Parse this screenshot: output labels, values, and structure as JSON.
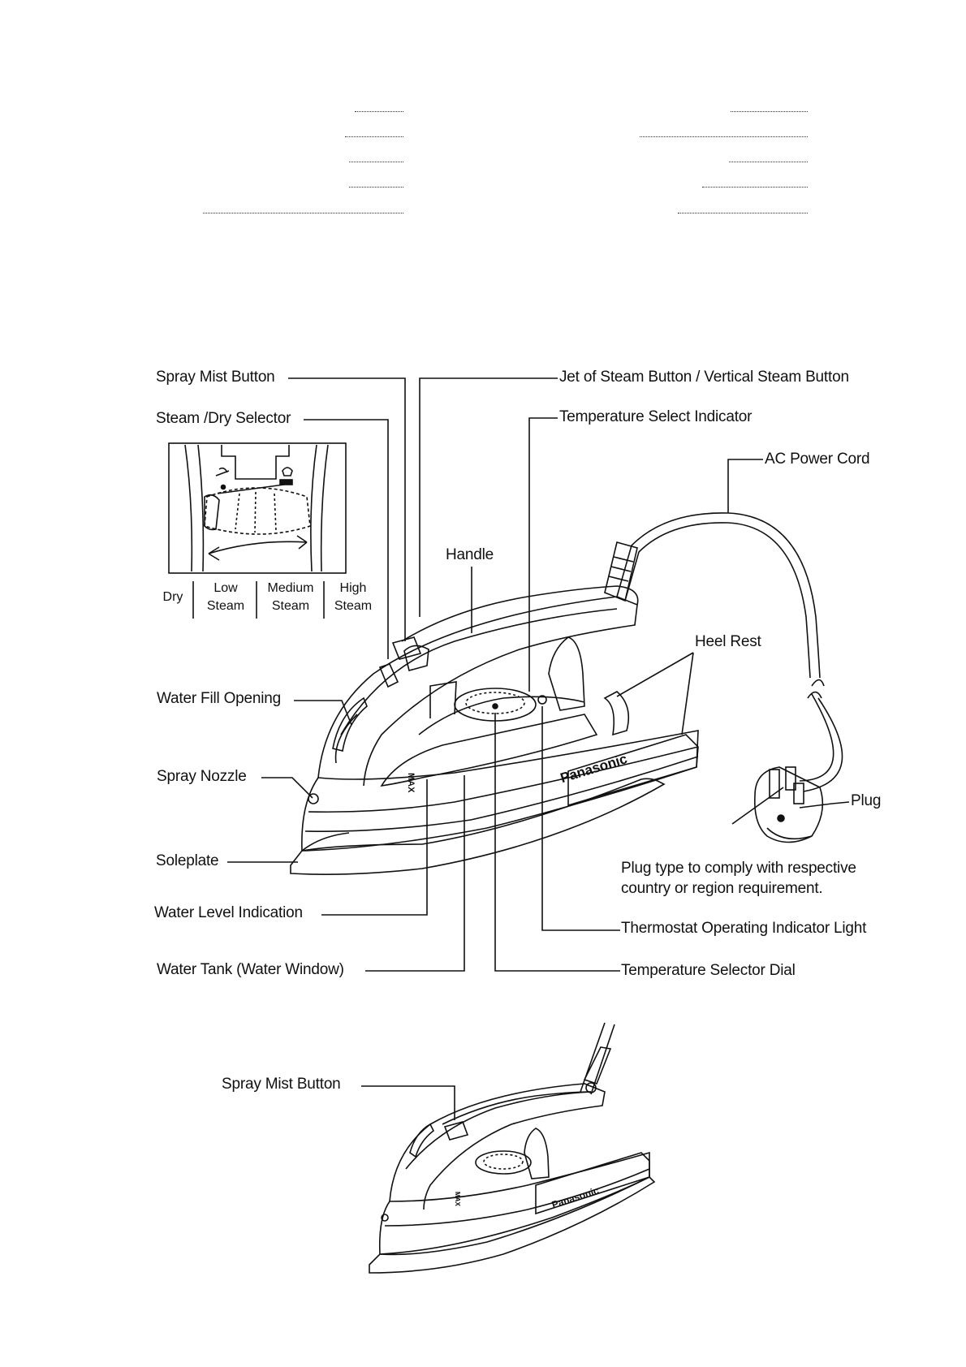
{
  "labels": {
    "spray_mist_button": "Spray  Mist Button",
    "steam_dry_selector": "Steam /Dry Selector",
    "jet_of_steam_button": "Jet of Steam Button / Vertical Steam Button",
    "temperature_select_indicator": "Temperature Select Indicator",
    "ac_power_cord": "AC Power Cord",
    "handle": "Handle",
    "heel_rest": "Heel Rest",
    "water_fill_opening": "Water Fill Opening",
    "spray_nozzle": "Spray Nozzle",
    "plug": "Plug",
    "soleplate": "Soleplate",
    "plug_note_line1": "Plug type to comply with respective",
    "plug_note_line2": "country or region requirement.",
    "water_level_indication": "Water Level Indication",
    "thermostat_operating_indicator_light": "Thermostat Operating Indicator Light",
    "water_tank": "Water Tank (Water Window)",
    "temperature_selector_dial": "Temperature Selector Dial",
    "spray_mist_button_2": "Spray  Mist Button"
  },
  "selector_positions": [
    {
      "line1": "Dry",
      "line2": ""
    },
    {
      "line1": "Low",
      "line2": "Steam"
    },
    {
      "line1": "Medium",
      "line2": "Steam"
    },
    {
      "line1": "High",
      "line2": "Steam"
    }
  ],
  "brand": "Panasonic",
  "water_max_marking": "MAX"
}
